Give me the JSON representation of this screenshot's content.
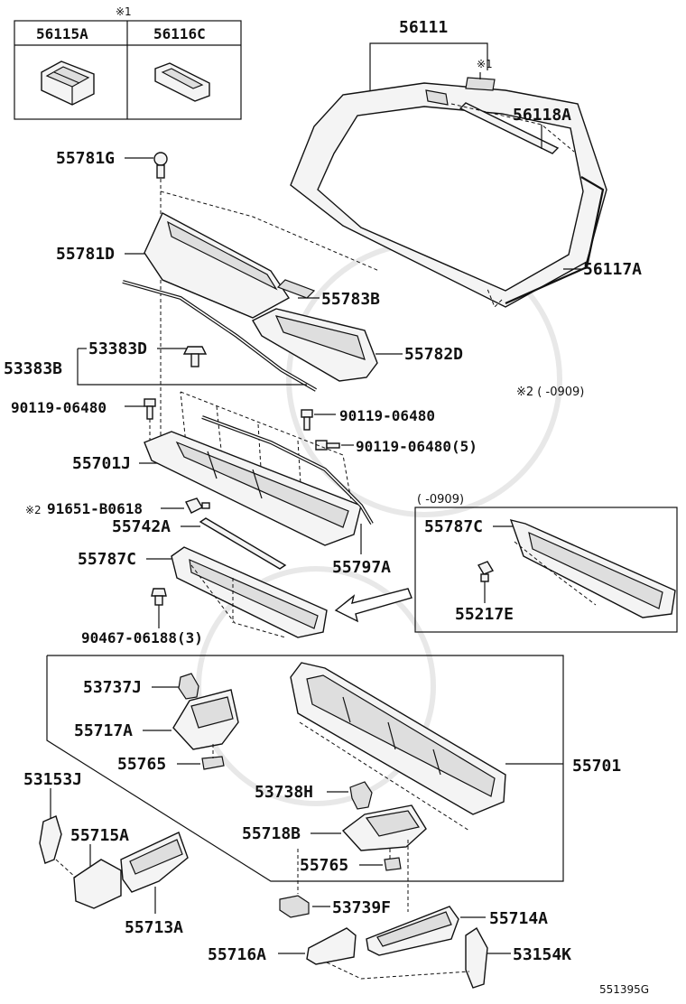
{
  "figure_code": "551395G",
  "notes": {
    "mark1": "※1",
    "mark2_range": "※2 ( -0909)",
    "inset_range": "( -0909)",
    "mark2_prefix": "※2"
  },
  "inset_top": {
    "left_part": "56115A",
    "right_part": "56116C"
  },
  "parts": {
    "windshield": "56111",
    "windshield_mark": "※1",
    "molding_top": "56118A",
    "molding_side": "56117A",
    "clip_g": "55781G",
    "cowl_top_left": "55781D",
    "cover_b": "55783B",
    "cowl_top_right": "55782D",
    "seal_d": "53383D",
    "seal_b": "53383B",
    "bolt_left": "90119-06480",
    "bolt_right": "90119-06480",
    "bolt_count": "90119-06480(5)",
    "panel_j": "55701J",
    "nut": "91651-B0618",
    "strip": "55742A",
    "louver": "55787C",
    "weatherstrip": "55797A",
    "clip_bottom": "90467-06188(3)",
    "inset_louver": "55787C",
    "inset_clip": "55217E",
    "bracket_j": "53737J",
    "brace_a": "55717A",
    "plate_upper": "55765",
    "cowl_panel": "55701",
    "bracket_h": "53738H",
    "brace_b": "55718B",
    "plate_lower": "55765",
    "bracket_f": "53739F",
    "side_j": "53153J",
    "side_a": "55715A",
    "side_b": "55713A",
    "side_r": "55714A",
    "side_k": "53154K",
    "side_c": "55716A"
  }
}
